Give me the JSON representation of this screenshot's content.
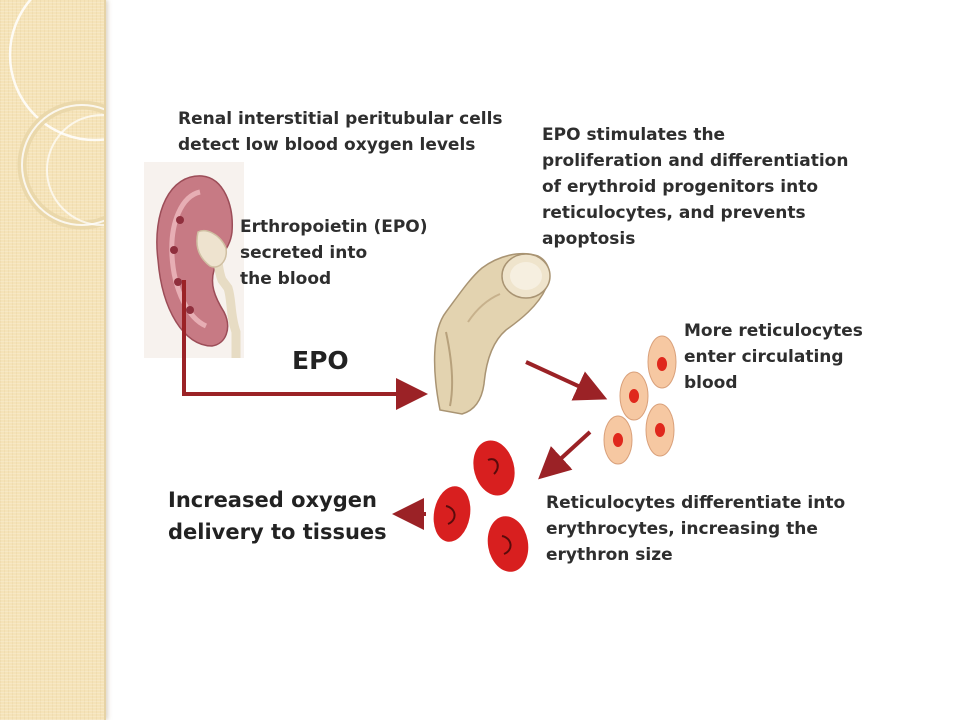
{
  "labels": {
    "renal_cells": "Renal interstitial peritubular cells\ndetect low blood oxygen levels",
    "epo_secreted": "Erthropoietin (EPO)\nsecreted into\nthe blood",
    "epo_stimulates": "EPO stimulates the\nproliferation and differentiation\nof erythroid progenitors into\nreticulocytes, and prevents\napoptosis",
    "epo_arrow": "EPO",
    "more_reticulocytes": "More reticulocytes\nenter circulating\nblood",
    "differentiate": "Reticulocytes differentiate into\nerythrocytes, increasing the\nerythron size",
    "oxygen_delivery": "Increased oxygen\ndelivery to tissues"
  },
  "colors": {
    "arrow": "#9b2226",
    "reticulocyte_outer": "#f6c8a2",
    "reticulocyte_nucleus": "#e0281c",
    "erythrocyte": "#d81f1f",
    "kidney": "#c77a84",
    "bone": "#e3d3b0",
    "sidebar": "#f5e3b8"
  }
}
